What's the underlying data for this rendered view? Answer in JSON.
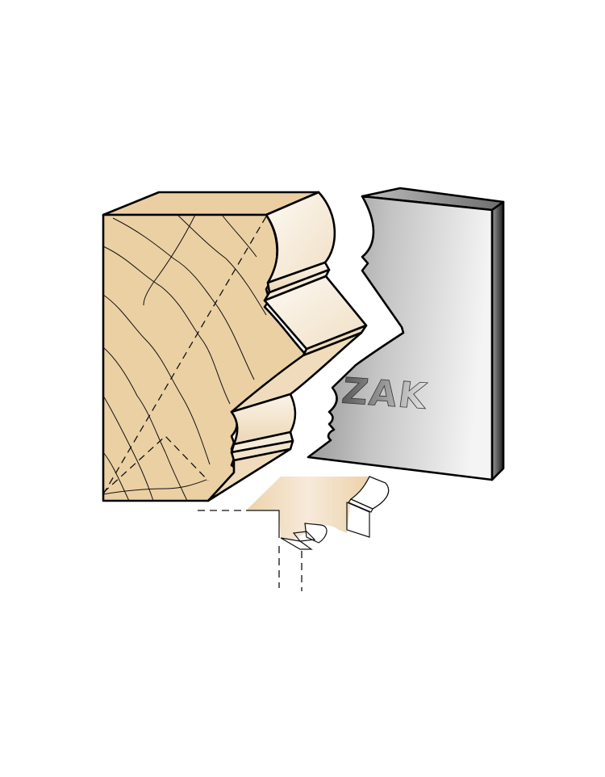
{
  "figure": {
    "title": "",
    "description": "Wood moulding profile cutter illustration",
    "brand_label": "ZAK",
    "colors": {
      "background": "#ffffff",
      "wood_face": "#ebd0a4",
      "wood_top": "#ebcfa2",
      "profile_light": "#fbf5ec",
      "profile_mid": "#f1e0c6",
      "knife_dark": "#8e8e8e",
      "knife_light": "#f2f2f2",
      "knife_edge": "#2a2a2a",
      "brand_text": "#707070",
      "outline": "#000000"
    },
    "parts": [
      {
        "id": "workpiece",
        "label": "wood workpiece block"
      },
      {
        "id": "cutter-knife",
        "label": "steel profile knife"
      },
      {
        "id": "finished-moulding",
        "label": "finished moulding profile"
      }
    ]
  }
}
